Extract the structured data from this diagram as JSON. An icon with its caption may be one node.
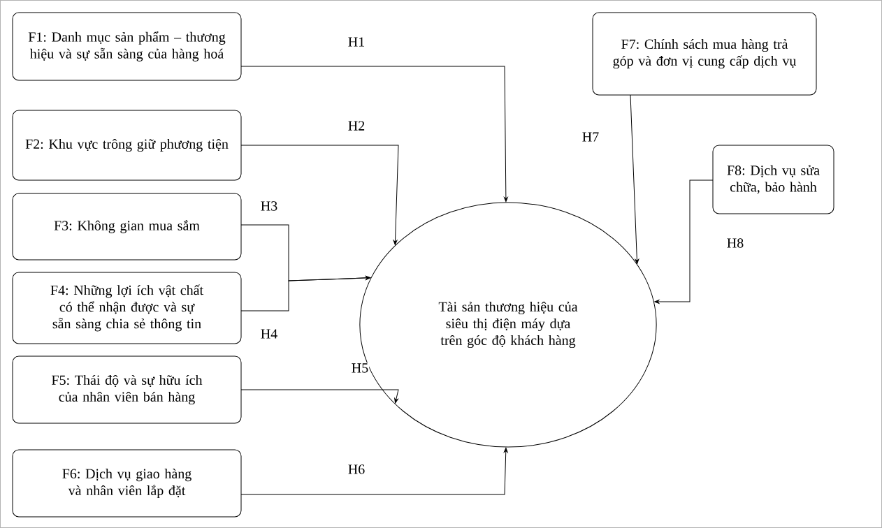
{
  "diagram": {
    "nodes": [
      {
        "text": [
          "F1: Danh mục sản phẩm – thương hiệu và sự sẵn sàng của hàng hoá"
        ]
      },
      {
        "text": [
          "F2: Khu vực trông giữ phương tiện"
        ]
      },
      {
        "text": [
          "F3: Không gian mua sắm"
        ]
      },
      {
        "text": [
          "F4: Những lợi ích vật chất có thể nhận được và sự sẵn sàng chia sẻ thông tin"
        ]
      },
      {
        "text": [
          "F5: Thái độ và sự hữu ích của nhân viên bán hàng"
        ]
      },
      {
        "text": [
          "F6: Dịch vụ giao hàng và nhân viên lắp đặt"
        ]
      },
      {
        "text": [
          "F7: Chính sách mua hàng trả góp và đơn vị cung cấp dịch vụ"
        ]
      },
      {
        "text": [
          "F8: Dịch vụ sửa chữa, bảo hành"
        ]
      },
      {
        "text": [
          "Tài sản thương hiệu của siêu thị điện máy dựa trên góc độ khách hàng"
        ]
      }
    ],
    "edges": [
      {
        "from": 0,
        "to": 8,
        "arrow": "to",
        "label": "H1"
      },
      {
        "from": 1,
        "to": 8,
        "arrow": "to",
        "label": "H2"
      },
      {
        "from": 2,
        "to": 8,
        "arrow": "to",
        "label": "H3"
      },
      {
        "from": 3,
        "to": 8,
        "arrow": "to",
        "label": "H4"
      },
      {
        "from": 4,
        "to": 8,
        "arrow": "to",
        "label": "H5"
      },
      {
        "from": 5,
        "to": 8,
        "arrow": "to",
        "label": "H6"
      },
      {
        "from": 6,
        "to": 8,
        "arrow": "to",
        "label": "H7"
      },
      {
        "from": 7,
        "to": 8,
        "arrow": "to",
        "label": "H8"
      }
    ]
  }
}
